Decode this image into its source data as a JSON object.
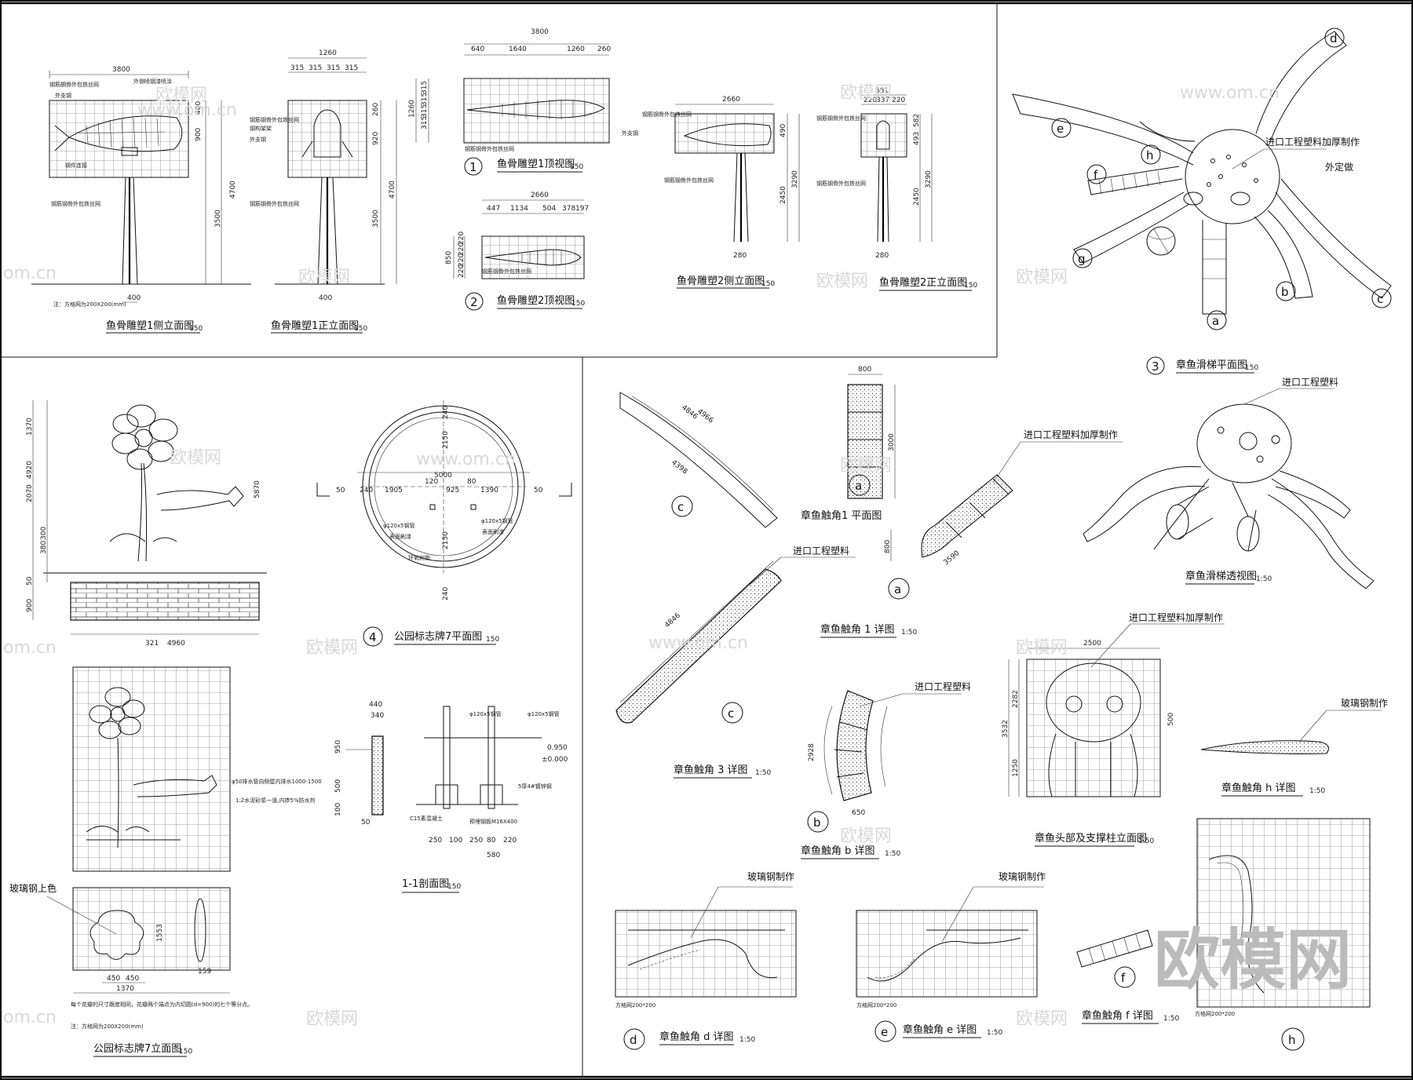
{
  "drawings": {
    "fish_side": {
      "title": "鱼骨雕塑1侧立面图",
      "scale": "150",
      "dims": [
        "3800",
        "400",
        "900",
        "4700",
        "3500",
        "400"
      ],
      "notes": [
        "钢筋鋼骨外包铁丝网",
        "外侧喷钢漆喷涂",
        "外支钢",
        "钢件连接",
        "钢筋钢骨外包铁丝网",
        "注：方格网为200X200(mm)"
      ]
    },
    "fish_front": {
      "title": "鱼骨雕塑1正立面图",
      "scale": "150",
      "dims": [
        "1260",
        "315",
        "315",
        "315",
        "315",
        "260",
        "920",
        "4700",
        "3500",
        "400"
      ],
      "notes": [
        "钢筋钢骨外包铁丝网",
        "钢构架架",
        "外支钢",
        "钢筋钢骨外包铁丝网"
      ]
    },
    "fish_top1": {
      "num": "1",
      "title": "鱼骨雕塑1顶视图",
      "scale": "150",
      "dims": [
        "3800",
        "640",
        "1640",
        "1260",
        "260",
        "1260",
        "315",
        "315",
        "315",
        "315"
      ],
      "notes": [
        "外支钢",
        "钢筋钢骨外包铁丝网"
      ]
    },
    "fish_top2": {
      "num": "2",
      "title": "鱼骨雕塑2顶视图",
      "scale": "150",
      "dims": [
        "2660",
        "447",
        "1134",
        "504",
        "378",
        "197",
        "850",
        "220",
        "220",
        "220",
        "220"
      ],
      "notes": [
        "钢筋钢骨外包铁丝网"
      ]
    },
    "fish2_side": {
      "title": "鱼骨雕塑2侧立面图",
      "scale": "150",
      "dims": [
        "2660",
        "490",
        "2450",
        "3290",
        "280"
      ],
      "notes": [
        "钢筋钢骨外包铁丝网",
        "钢筋钢骨外包铁丝网"
      ]
    },
    "fish2_front": {
      "title": "鱼骨雕塑2正立面图",
      "scale": "150",
      "dims": [
        "881",
        "220",
        "337",
        "220",
        "582",
        "493",
        "2450",
        "3290",
        "280"
      ],
      "notes": [
        "钢筋钢骨外包铁丝网",
        "钢筋钢骨外包铁丝网"
      ]
    },
    "octopus_plan": {
      "num": "3",
      "title": "章鱼滑梯平面图",
      "scale": "150",
      "notes": [
        "进口工程塑料加厚制作",
        "外定做"
      ],
      "labels": [
        "a",
        "b",
        "c",
        "d",
        "e",
        "f",
        "g",
        "h"
      ]
    },
    "octopus_persp": {
      "title": "章鱼滑梯透视图",
      "scale": "1:50",
      "notes": [
        "进口工程塑料"
      ]
    },
    "sign_elev": {
      "title": "公园标志牌7立面图",
      "scale": "150",
      "dims": [
        "1370",
        "2070",
        "380",
        "300",
        "4920",
        "5870",
        "900",
        "50",
        "321",
        "4960",
        "450",
        "450",
        "1370",
        "1553",
        "159"
      ],
      "notes": [
        "玻璃钢上色",
        "每个花瓣的尺寸跟度相同，花瓣两个端点为内切圆(d=900)的七个等分点。",
        "注：方格网为200X200(mm)"
      ]
    },
    "sign_plan": {
      "num": "4",
      "title": "公园标志牌7平面图",
      "scale": "150",
      "dims": [
        "5000",
        "1905",
        "120",
        "925",
        "80",
        "1390",
        "50",
        "240",
        "2150",
        "2150",
        "240",
        "240",
        "50"
      ],
      "notes": [
        "φ120x5钢管",
        "φ120x5钢管",
        "表面刷漆",
        "表面刷漆",
        "环氧树脂"
      ]
    },
    "section11": {
      "title": "1-1剖面图",
      "scale": "150",
      "dims": [
        "440",
        "340",
        "950",
        "500",
        "100",
        "50",
        "0.950",
        "±0.000",
        "250",
        "100",
        "250",
        "80",
        "220",
        "580"
      ],
      "notes": [
        "φ120x5钢管",
        "φ120x5钢管",
        "φ50排水管向侧壁内排水1000-1500",
        "1:2水泥砂浆一道,内掺5%防水剂",
        "C15素混凝土",
        "5厚4#镀锌钢",
        "预埋钢板M16X400"
      ]
    },
    "tent1": {
      "title": "章鱼触角 1 详图",
      "scale": "1:50",
      "dims": [
        "800",
        "3000",
        "3590"
      ],
      "notes": [
        "进口工程塑料加厚制作",
        "章鱼触角1 平面图"
      ]
    },
    "tent3": {
      "title": "章鱼触角 3 详图",
      "scale": "1:50",
      "dims": [
        "4846",
        "4966",
        "4398",
        "4846"
      ],
      "notes": [
        "进口工程塑料"
      ]
    },
    "tentb": {
      "title": "章鱼触角 b 详图",
      "scale": "1:50",
      "dims": [
        "2928",
        "650"
      ],
      "notes": [
        "进口工程塑料"
      ]
    },
    "head": {
      "title": "章鱼头部及支撑柱立面图",
      "scale": "1:50",
      "dims": [
        "2500",
        "3532",
        "2282",
        "1250",
        "500"
      ],
      "notes": [
        "进口工程塑料加厚制作"
      ]
    },
    "tenth": {
      "title": "章鱼触角 h 详图",
      "scale": "1:50",
      "notes": [
        "玻璃钢制作"
      ]
    },
    "tentd": {
      "title": "章鱼触角 d 详图",
      "scale": "1:50",
      "notes": [
        "玻璃钢制作",
        "方格网200*200"
      ]
    },
    "tente": {
      "title": "章鱼触角 e 详图",
      "scale": "1:50",
      "notes": [
        "玻璃钢制作",
        "方格网200*200"
      ]
    },
    "tentf": {
      "title": "章鱼触角 f 详图",
      "scale": "1:50"
    },
    "tenth2": {
      "notes": [
        "方格网200*200"
      ]
    }
  },
  "watermark": {
    "brand": "欧模网",
    "site": "www.om.cn",
    "site_short": "om.cn"
  }
}
